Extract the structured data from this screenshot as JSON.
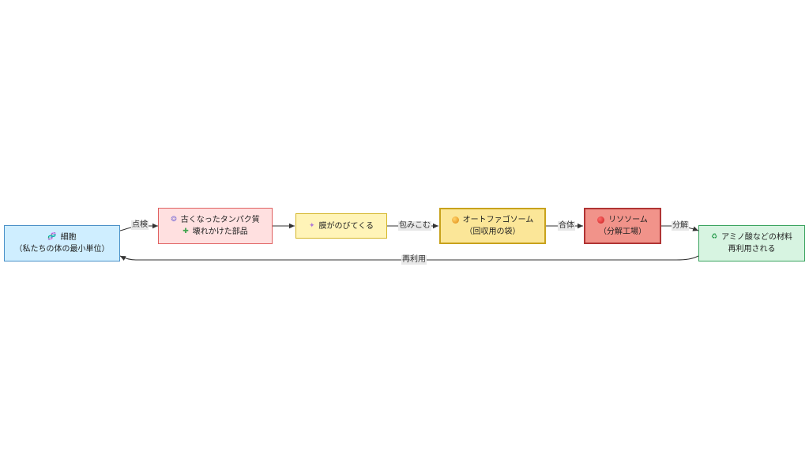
{
  "nodes": {
    "cell": {
      "icon": "dna-icon",
      "line1": "細胞",
      "line2": "（私たちの体の最小単位）"
    },
    "old_parts": {
      "icon1": "sparkle-swirl-icon",
      "line1": "古くなったタンパク質",
      "icon2": "puzzle-piece-icon",
      "line2": "壊れかけた部品"
    },
    "membrane": {
      "icon": "sparkle-icon",
      "line1": "膜がのびてくる"
    },
    "autophagosome": {
      "icon": "orange-ball-icon",
      "line1": "オートファゴソーム",
      "line2": "（回収用の袋）"
    },
    "lysosome": {
      "icon": "red-circle-icon",
      "line1": "リソソーム",
      "line2": "（分解工場）"
    },
    "recycle": {
      "icon": "recycle-icon",
      "line1": "アミノ酸などの材料",
      "line2": "再利用される"
    }
  },
  "edges": {
    "inspect": "点検",
    "wrap": "包みこむ",
    "fuse": "合体",
    "decompose": "分解",
    "reuse": "再利用"
  },
  "colors": {
    "cell_fill": "#cfeeff",
    "old_parts_fill": "#ffe0e0",
    "membrane_fill": "#fff4b8",
    "autophagosome_fill": "#fbe698",
    "lysosome_fill": "#f1938a",
    "recycle_fill": "#d7f4e1",
    "edge": "#333333"
  }
}
